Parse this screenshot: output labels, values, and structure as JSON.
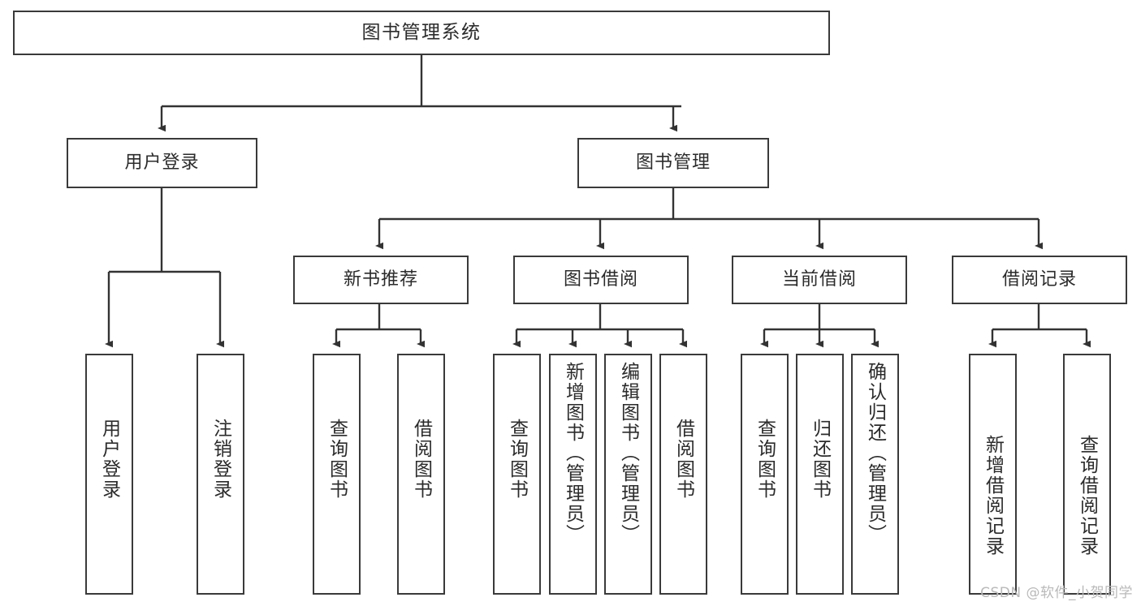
{
  "diagram": {
    "type": "tree-hierarchy-chart",
    "title": "图书管理系统",
    "watermark": "CSDN @软件_小贺同学",
    "colors": {
      "background": "#ffffff",
      "box_border": "#3a3a3a",
      "box_fill": "#ffffff",
      "text": "#2b2b2b",
      "edge": "#333333",
      "watermark": "#b9b9b9"
    },
    "root": {
      "label": "图书管理系统"
    },
    "level2": [
      {
        "label": "用户登录"
      },
      {
        "label": "图书管理"
      }
    ],
    "level3": [
      {
        "label": "新书推荐"
      },
      {
        "label": "图书借阅"
      },
      {
        "label": "当前借阅"
      },
      {
        "label": "借阅记录"
      }
    ],
    "leaves": {
      "user_login": [
        {
          "label": "用户登录"
        },
        {
          "label": "注销登录"
        }
      ],
      "new_book_recommend": [
        {
          "label": "查询图书"
        },
        {
          "label": "借阅图书"
        }
      ],
      "book_borrow": [
        {
          "label": "查询图书"
        },
        {
          "label": "新增图书（管理员）"
        },
        {
          "label": "编辑图书（管理员）"
        },
        {
          "label": "借阅图书"
        }
      ],
      "current_borrow": [
        {
          "label": "查询图书"
        },
        {
          "label": "归还图书"
        },
        {
          "label": "确认归还（管理员）"
        }
      ],
      "borrow_record": [
        {
          "label": "新增借阅记录"
        },
        {
          "label": "查询借阅记录"
        }
      ]
    }
  }
}
